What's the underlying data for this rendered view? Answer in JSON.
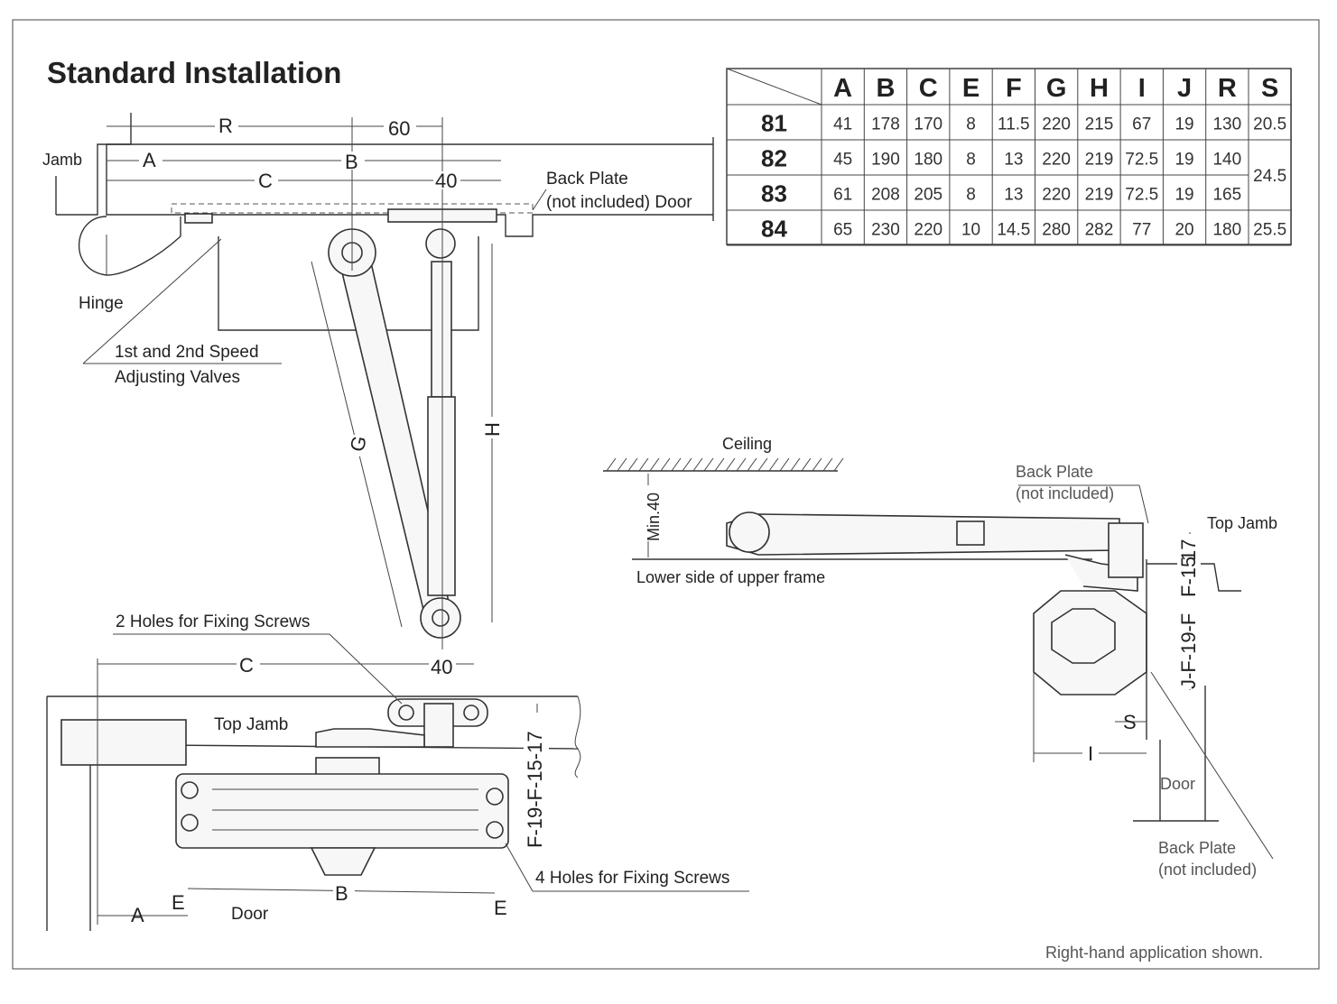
{
  "title": "Standard Installation",
  "labels": {
    "jamb": "Jamb",
    "hinge": "Hinge",
    "valves_line1": "1st and 2nd Speed",
    "valves_line2": "Adjusting Valves",
    "back_plate": "Back Plate",
    "not_included_door": "(not included) Door",
    "two_holes": "2 Holes for Fixing Screws",
    "four_holes": "4 Holes for Fixing Screws",
    "top_jamb": "Top Jamb",
    "door": "Door",
    "ceiling": "Ceiling",
    "min40": "Min.40",
    "lower_side": "Lower side of upper frame",
    "side_back_plate": "Back Plate",
    "side_not_included": "(not included)",
    "side_top_jamb": "Top Jamb",
    "side_door": "Door",
    "side_back_plate_b": "Back Plate",
    "side_not_included_b": "(not included)",
    "footnote": "Right-hand application shown."
  },
  "dims": {
    "R": "R",
    "sixty": "60",
    "A": "A",
    "B": "B",
    "C": "C",
    "forty": "40",
    "G": "G",
    "H": "H",
    "E": "E",
    "S": "S",
    "I": "I",
    "bottom_vert": "F-19-F-15-17",
    "side_vert_top": "17",
    "side_vert_mid": "F-15",
    "side_vert_low": "J-F-19-F"
  },
  "table": {
    "columns": [
      "A",
      "B",
      "C",
      "E",
      "F",
      "G",
      "H",
      "I",
      "J",
      "R",
      "S"
    ],
    "rows": [
      {
        "model": "81",
        "values": [
          "41",
          "178",
          "170",
          "8",
          "11.5",
          "220",
          "215",
          "67",
          "19",
          "130",
          "20.5"
        ]
      },
      {
        "model": "82",
        "values": [
          "45",
          "190",
          "180",
          "8",
          "13",
          "220",
          "219",
          "72.5",
          "19",
          "140",
          ""
        ]
      },
      {
        "model": "83",
        "values": [
          "61",
          "208",
          "205",
          "8",
          "13",
          "220",
          "219",
          "72.5",
          "19",
          "165",
          ""
        ]
      },
      {
        "model": "84",
        "values": [
          "65",
          "230",
          "220",
          "10",
          "14.5",
          "280",
          "282",
          "77",
          "20",
          "180",
          "25.5"
        ]
      }
    ],
    "merged_S": "24.5"
  }
}
